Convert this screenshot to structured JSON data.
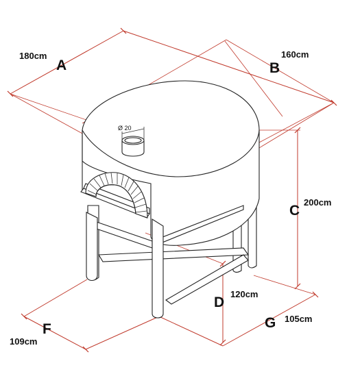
{
  "dimensions": {
    "A": {
      "letter": "A",
      "value": "180cm"
    },
    "B": {
      "letter": "B",
      "value": "160cm"
    },
    "C": {
      "letter": "C",
      "value": "200cm"
    },
    "D": {
      "letter": "D",
      "value": "120cm"
    },
    "F": {
      "letter": "F",
      "value": "109cm"
    },
    "G": {
      "letter": "G",
      "value": "105cm"
    }
  },
  "chimney": {
    "diameter_label": "Ø 20"
  },
  "colors": {
    "dimension_line": "#c0392b",
    "outline": "#222222"
  }
}
